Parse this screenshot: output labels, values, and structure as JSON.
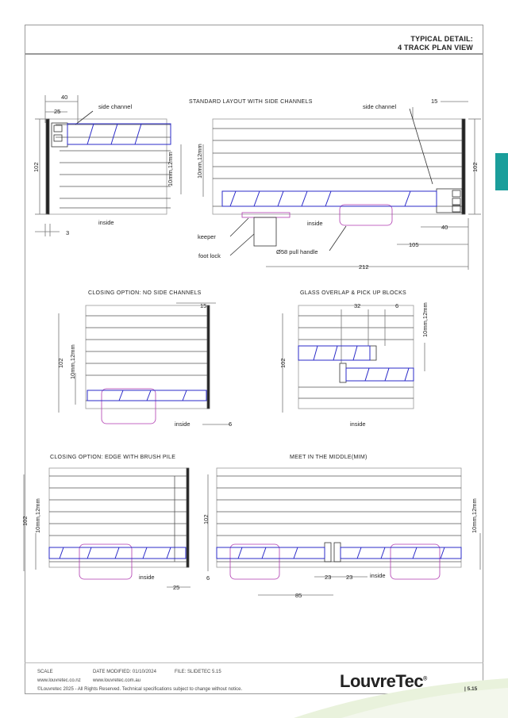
{
  "header": {
    "title_line1": "TYPICAL DETAIL:",
    "title_line2": "4 TRACK PLAN VIEW"
  },
  "sections": {
    "standard": "STANDARD LAYOUT WITH SIDE CHANNELS",
    "no_side": "CLOSING OPTION: NO SIDE CHANNELS",
    "overlap": "GLASS OVERLAP & PICK UP BLOCKS",
    "brush": "CLOSING OPTION: EDGE WITH BRUSH PILE",
    "mim": "MEET IN THE MIDDLE(MIM)"
  },
  "labels": {
    "side_channel": "side channel",
    "inside": "inside",
    "keeper": "keeper",
    "foot_lock": "foot lock",
    "pull_handle": "Ø58 pull handle",
    "glass": "10mm,12mm"
  },
  "dims": {
    "d40": "40",
    "d25": "25",
    "d102": "102",
    "d3": "3",
    "d15": "15",
    "d105": "105",
    "d212": "212",
    "d6": "6",
    "d32": "32",
    "d23": "23",
    "d85": "85"
  },
  "footer": {
    "scale": "SCALE",
    "date": "DATE MODIFIED: 01/10/2024",
    "file": "FILE: SLIDETEC 5.15",
    "web_nz": "www.louvretec.co.nz",
    "web_au": "www.louvretec.com.au",
    "copyright": "©Louvretec 2025 - All Rights Reserved. Technical specifications subject to change without notice.",
    "page": "5.15"
  },
  "brand": {
    "logo": "LouvreTec",
    "accent": "#1a9e9b",
    "glass_color": "#2b2bc8",
    "handle_color": "#b03ab0"
  }
}
